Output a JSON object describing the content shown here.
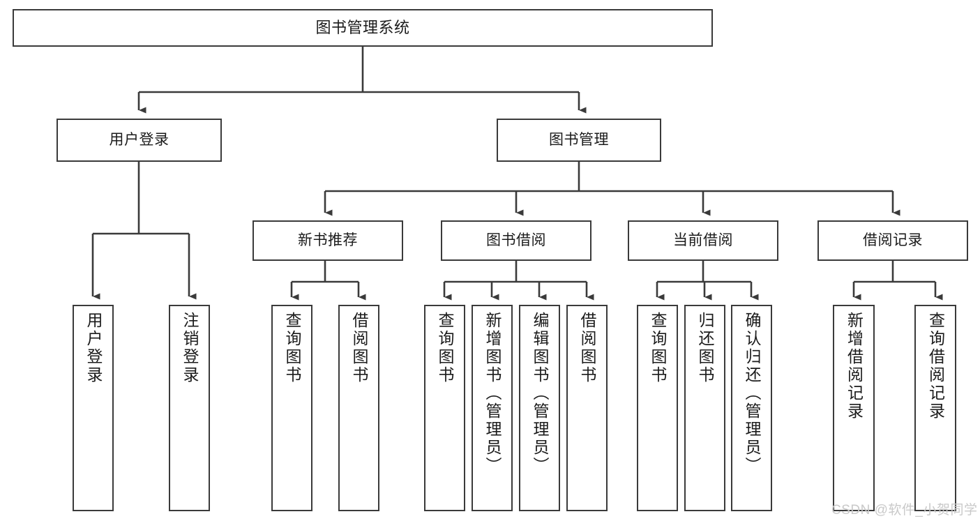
{
  "diagram": {
    "title": "图书管理系统",
    "type": "hierarchy-tree",
    "root": {
      "id": "root",
      "label": "图书管理系统"
    },
    "level2": [
      {
        "id": "user-login",
        "label": "用户登录"
      },
      {
        "id": "book-management",
        "label": "图书管理"
      }
    ],
    "level3": [
      {
        "id": "new-book-recommend",
        "label": "新书推荐",
        "parent": "book-management"
      },
      {
        "id": "book-borrow",
        "label": "图书借阅",
        "parent": "book-management"
      },
      {
        "id": "current-borrow",
        "label": "当前借阅",
        "parent": "book-management"
      },
      {
        "id": "borrow-record",
        "label": "借阅记录",
        "parent": "book-management"
      }
    ],
    "leaves": {
      "user-login": [
        {
          "id": "leaf-user-login",
          "label": "用户登录"
        },
        {
          "id": "leaf-logout-login",
          "label": "注销登录"
        }
      ],
      "new-book-recommend": [
        {
          "id": "leaf-query-book-1",
          "label": "查询图书"
        },
        {
          "id": "leaf-borrow-book-1",
          "label": "借阅图书"
        }
      ],
      "book-borrow": [
        {
          "id": "leaf-query-book-2",
          "label": "查询图书"
        },
        {
          "id": "leaf-add-book",
          "label": "新增图书（管理员）"
        },
        {
          "id": "leaf-edit-book",
          "label": "编辑图书（管理员）"
        },
        {
          "id": "leaf-borrow-book-2",
          "label": "借阅图书"
        }
      ],
      "current-borrow": [
        {
          "id": "leaf-query-book-3",
          "label": "查询图书"
        },
        {
          "id": "leaf-return-book",
          "label": "归还图书"
        },
        {
          "id": "leaf-confirm-return",
          "label": "确认归还（管理员）"
        }
      ],
      "borrow-record": [
        {
          "id": "leaf-add-record",
          "label": "新增借阅记录"
        },
        {
          "id": "leaf-query-record",
          "label": "查询借阅记录"
        }
      ]
    }
  },
  "watermark": {
    "text": "CSDN @软件_小贺同学"
  },
  "colors": {
    "stroke": "#3a3a3a",
    "box_fill": "#ffffff",
    "text": "#1b1b1b",
    "watermark": "#c9c9c9",
    "background": "#ffffff"
  }
}
